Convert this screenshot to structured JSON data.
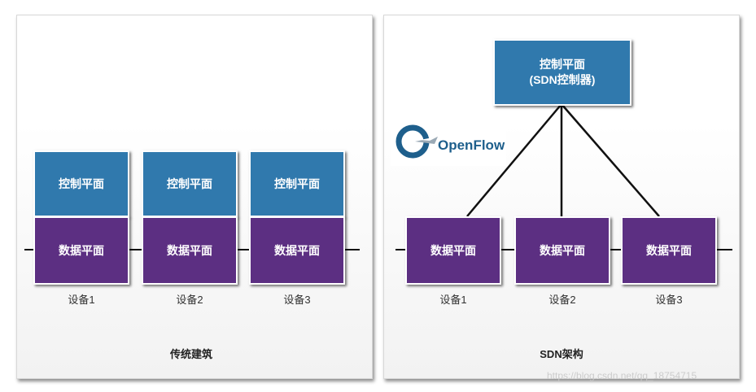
{
  "legacy": {
    "caption": "传统建筑",
    "devices": [
      {
        "control": "控制平面",
        "data": "数据平面",
        "label": "设备1"
      },
      {
        "control": "控制平面",
        "data": "数据平面",
        "label": "设备2"
      },
      {
        "control": "控制平面",
        "data": "数据平面",
        "label": "设备3"
      }
    ]
  },
  "sdn": {
    "caption": "SDN架构",
    "controller": {
      "line1": "控制平面",
      "line2": "(SDN控制器)"
    },
    "devices": [
      {
        "data": "数据平面",
        "label": "设备1"
      },
      {
        "data": "数据平面",
        "label": "设备2"
      },
      {
        "data": "数据平面",
        "label": "设备3"
      }
    ],
    "logo_text": "OpenFlow"
  },
  "watermark": "https://blog.csdn.net/qq_18754715",
  "colors": {
    "control": "#3079ad",
    "data": "#5c2f82",
    "line": "#111111",
    "logo": "#1e5f8c"
  }
}
